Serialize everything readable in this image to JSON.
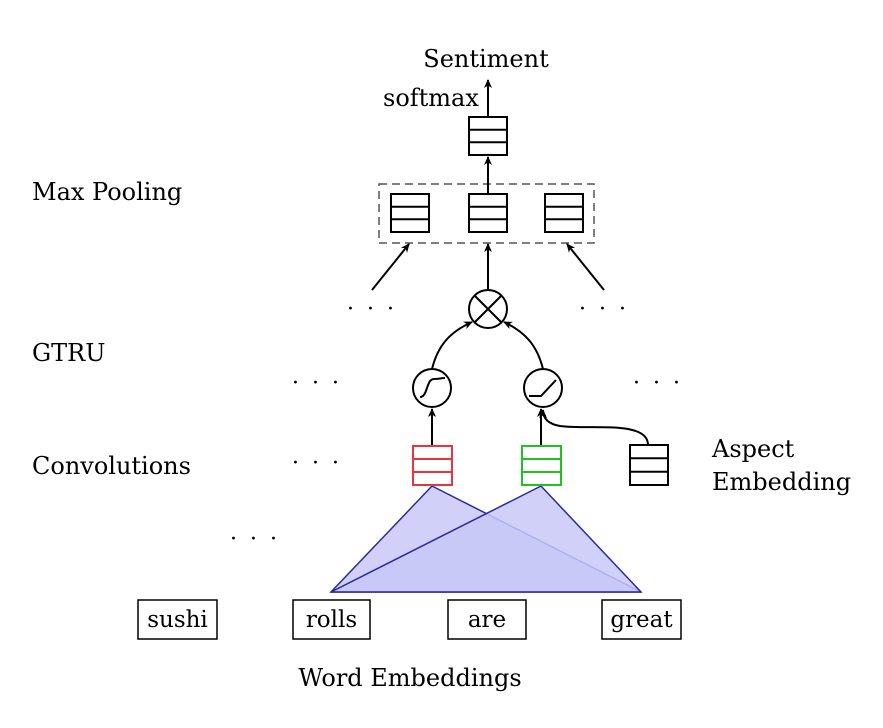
{
  "labels": {
    "sentiment": "Sentiment",
    "softmax": "softmax",
    "max_pooling": "Max Pooling",
    "gtru": "GTRU",
    "convolutions": "Convolutions",
    "aspect_line1": "Aspect",
    "aspect_line2": "Embedding",
    "word_embeddings": "Word Embeddings",
    "ellipsis": "· · ·"
  },
  "words": [
    "sushi",
    "rolls",
    "are",
    "great"
  ],
  "colors": {
    "filter_red": "#e8343a",
    "filter_green": "#22c022",
    "window_fill": "#c8c8f8",
    "window_stroke": "#2a2a9a",
    "ink": "#000000",
    "dashed_box": "#555555"
  }
}
